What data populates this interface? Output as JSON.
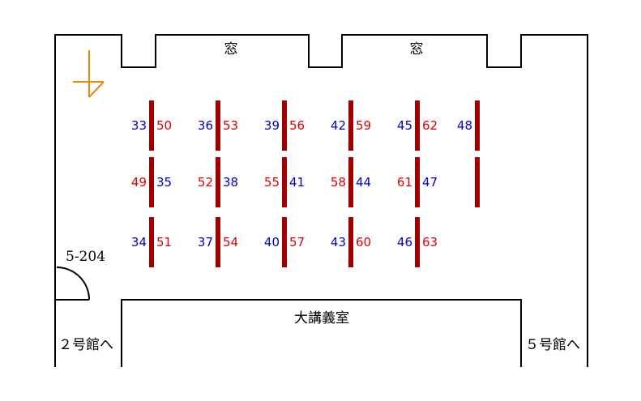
{
  "room": {
    "windows": [
      "窓",
      "窓"
    ],
    "room_code": "5-204",
    "adjacent_room": "大講義室",
    "exit_left": "２号館へ",
    "exit_right": "５号館へ"
  },
  "colors": {
    "desk": "#a00000",
    "seat_blue": "#0000cc",
    "seat_red": "#e00000",
    "compass": "#ee8800",
    "wall": "#000000"
  },
  "compass": {
    "icon": "north-compass-icon"
  },
  "desk_rows": [
    [
      {
        "left": {
          "n": "33",
          "c": "blue"
        },
        "right": {
          "n": "50",
          "c": "red"
        }
      },
      {
        "left": {
          "n": "36",
          "c": "blue"
        },
        "right": {
          "n": "53",
          "c": "red"
        }
      },
      {
        "left": {
          "n": "39",
          "c": "blue"
        },
        "right": {
          "n": "56",
          "c": "red"
        }
      },
      {
        "left": {
          "n": "42",
          "c": "blue"
        },
        "right": {
          "n": "59",
          "c": "red"
        }
      },
      {
        "left": {
          "n": "45",
          "c": "blue"
        },
        "right": {
          "n": "62",
          "c": "red"
        }
      },
      {
        "left": {
          "n": "48",
          "c": "blue"
        },
        "right": null
      }
    ],
    [
      {
        "left": {
          "n": "49",
          "c": "red"
        },
        "right": {
          "n": "35",
          "c": "blue"
        }
      },
      {
        "left": {
          "n": "52",
          "c": "red"
        },
        "right": {
          "n": "38",
          "c": "blue"
        }
      },
      {
        "left": {
          "n": "55",
          "c": "red"
        },
        "right": {
          "n": "41",
          "c": "blue"
        }
      },
      {
        "left": {
          "n": "58",
          "c": "red"
        },
        "right": {
          "n": "44",
          "c": "blue"
        }
      },
      {
        "left": {
          "n": "61",
          "c": "red"
        },
        "right": {
          "n": "47",
          "c": "blue"
        }
      },
      {
        "left": null,
        "right": null
      }
    ],
    [
      {
        "left": {
          "n": "34",
          "c": "blue"
        },
        "right": {
          "n": "51",
          "c": "red"
        }
      },
      {
        "left": {
          "n": "37",
          "c": "blue"
        },
        "right": {
          "n": "54",
          "c": "red"
        }
      },
      {
        "left": {
          "n": "40",
          "c": "blue"
        },
        "right": {
          "n": "57",
          "c": "red"
        }
      },
      {
        "left": {
          "n": "43",
          "c": "blue"
        },
        "right": {
          "n": "60",
          "c": "red"
        }
      },
      {
        "left": {
          "n": "46",
          "c": "blue"
        },
        "right": {
          "n": "63",
          "c": "red"
        }
      }
    ]
  ]
}
